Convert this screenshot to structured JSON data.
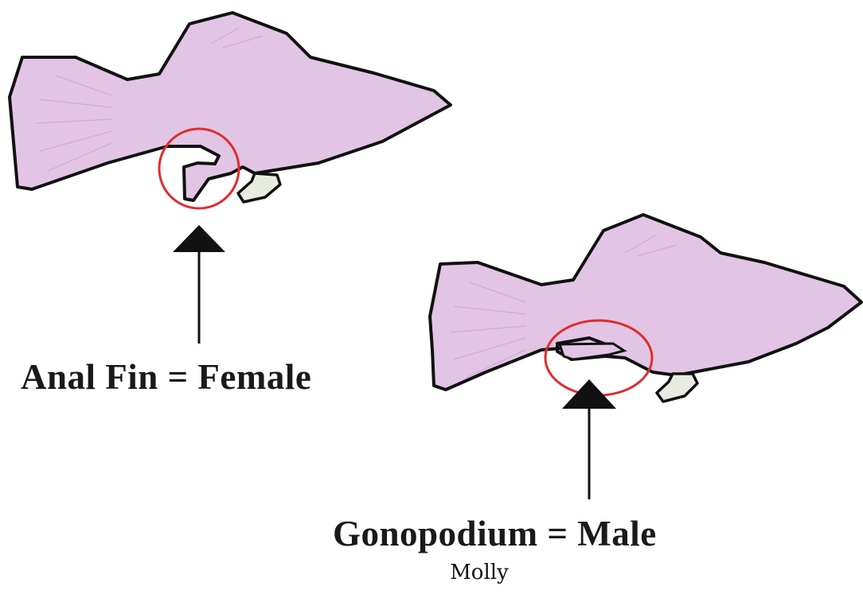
{
  "colors": {
    "fish_body": "#e2c5e5",
    "outline": "#111111",
    "fin_stripes": "#cfa9d6",
    "pelvic_fin": "#e8ece0",
    "highlight_circle": "#e02b2b",
    "arrow": "#111111",
    "background": "#ffffff"
  },
  "icons": {
    "female_fish": "fish-female-icon",
    "male_fish": "fish-male-icon",
    "pointer": "arrow-up-icon"
  },
  "labels": {
    "female": "Anal Fin = Female",
    "male": "Gonopodium = Male"
  },
  "caption": "Molly"
}
